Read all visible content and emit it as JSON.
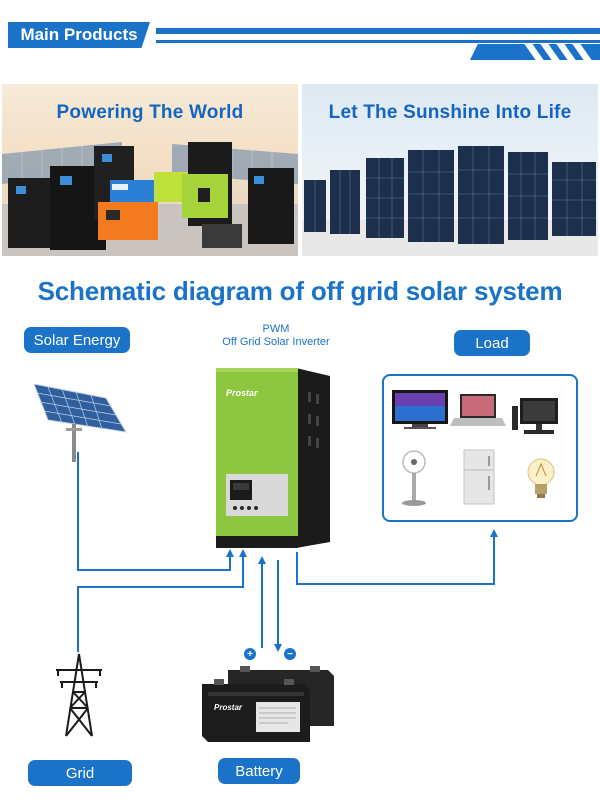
{
  "header": {
    "title": "Main Products"
  },
  "banners": [
    {
      "title": "Powering The World"
    },
    {
      "title": "Let The Sunshine Into Life"
    }
  ],
  "diagram": {
    "title": "Schematic diagram of off grid solar system",
    "labels": {
      "solar": "Solar Energy",
      "load": "Load",
      "grid": "Grid",
      "battery": "Battery"
    },
    "inverter_caption": [
      "PWM",
      "Off Grid  Solar Inverter"
    ],
    "inverter_brand": "Prostar",
    "battery_brand": "Prostar",
    "battery_terminals": [
      "+",
      "−"
    ]
  },
  "colors": {
    "brand_blue": "#1a73c9",
    "inverter_green": "#8dc63f",
    "inverter_black": "#1b1b1b"
  }
}
